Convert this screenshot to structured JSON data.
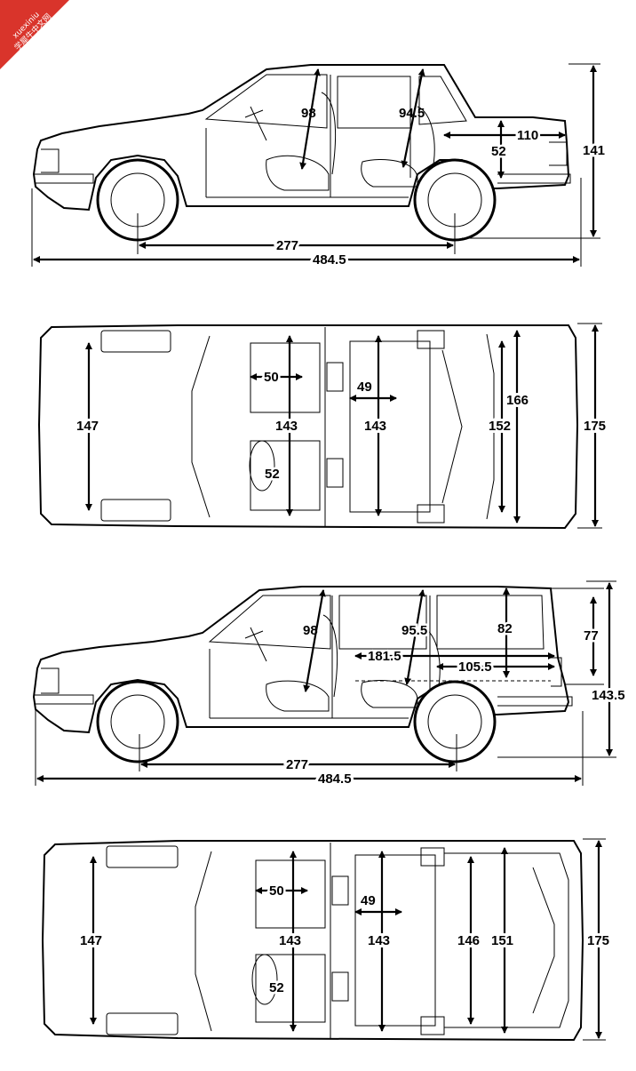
{
  "watermark": {
    "line1": "xuexiniu",
    "line2": "学犀牛中文网",
    "color": "#d9342b"
  },
  "views": {
    "sedan_side": {
      "head_front": "98",
      "head_rear": "94.5",
      "trunk_length": "110",
      "trunk_height": "52",
      "height": "141",
      "wheelbase": "277",
      "length": "484.5"
    },
    "sedan_top": {
      "front_track": "147",
      "seat_depth": "50",
      "shoulder_front": "143",
      "legroom": "49",
      "shoulder_rear": "143",
      "wheel_dia": "52",
      "trunk_width_inner": "152",
      "trunk_width_outer": "166",
      "width": "175"
    },
    "wagon_side": {
      "head_front": "98",
      "head_rear": "95.5",
      "cargo_height": "82",
      "tailgate_height": "77",
      "cargo_long": "181.5",
      "cargo_short": "105.5",
      "height": "143.5",
      "wheelbase": "277",
      "length": "484.5"
    },
    "wagon_top": {
      "front_track": "147",
      "seat_depth": "50",
      "shoulder_front": "143",
      "legroom": "49",
      "shoulder_rear": "143",
      "wheel_dia": "52",
      "cargo_width_inner": "146",
      "cargo_width_outer": "151",
      "width": "175"
    }
  }
}
